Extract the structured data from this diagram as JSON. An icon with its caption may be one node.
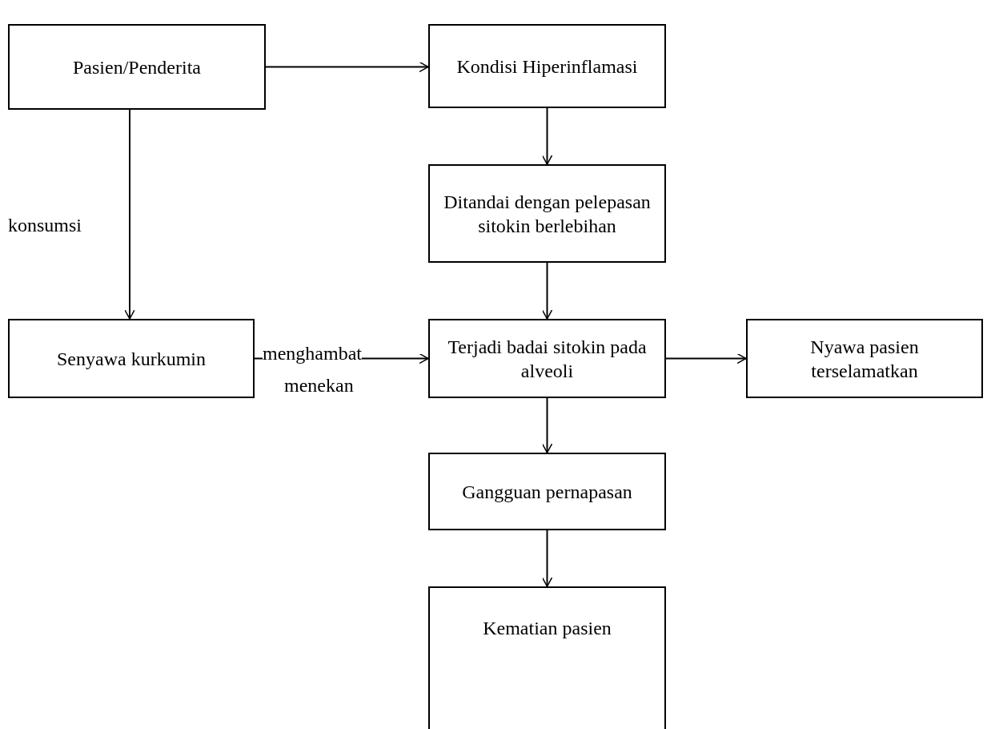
{
  "diagram": {
    "nodes": [
      {
        "text": [
          "Pasien/Penderita"
        ]
      },
      {
        "text": [
          "Kondisi Hiperinflamasi"
        ]
      },
      {
        "text": [
          "Ditandai dengan pelepasan sitokin berlebihan"
        ]
      },
      {
        "text": [
          "Senyawa kurkumin"
        ]
      },
      {
        "text": [
          "Terjadi badai sitokin pada alveoli"
        ]
      },
      {
        "text": [
          "Nyawa pasien terselamatkan"
        ]
      },
      {
        "text": [
          "Gangguan pernapasan"
        ]
      },
      {
        "text": [
          "Kematian pasien"
        ]
      }
    ],
    "edges": [
      {
        "from": 0,
        "to": 1,
        "arrow": "to"
      },
      {
        "from": 0,
        "to": 3,
        "arrow": "to",
        "label": "konsumsi"
      },
      {
        "from": 1,
        "to": 2,
        "arrow": "to"
      },
      {
        "from": 2,
        "to": 4,
        "arrow": "to"
      },
      {
        "from": 3,
        "to": 4,
        "arrow": "to",
        "label": "menghambat"
      },
      {
        "from": 4,
        "to": 5,
        "arrow": "to"
      },
      {
        "from": 4,
        "to": 6,
        "arrow": "to"
      },
      {
        "from": 6,
        "to": 7,
        "arrow": "to"
      }
    ],
    "labels": [
      "menekan"
    ]
  }
}
